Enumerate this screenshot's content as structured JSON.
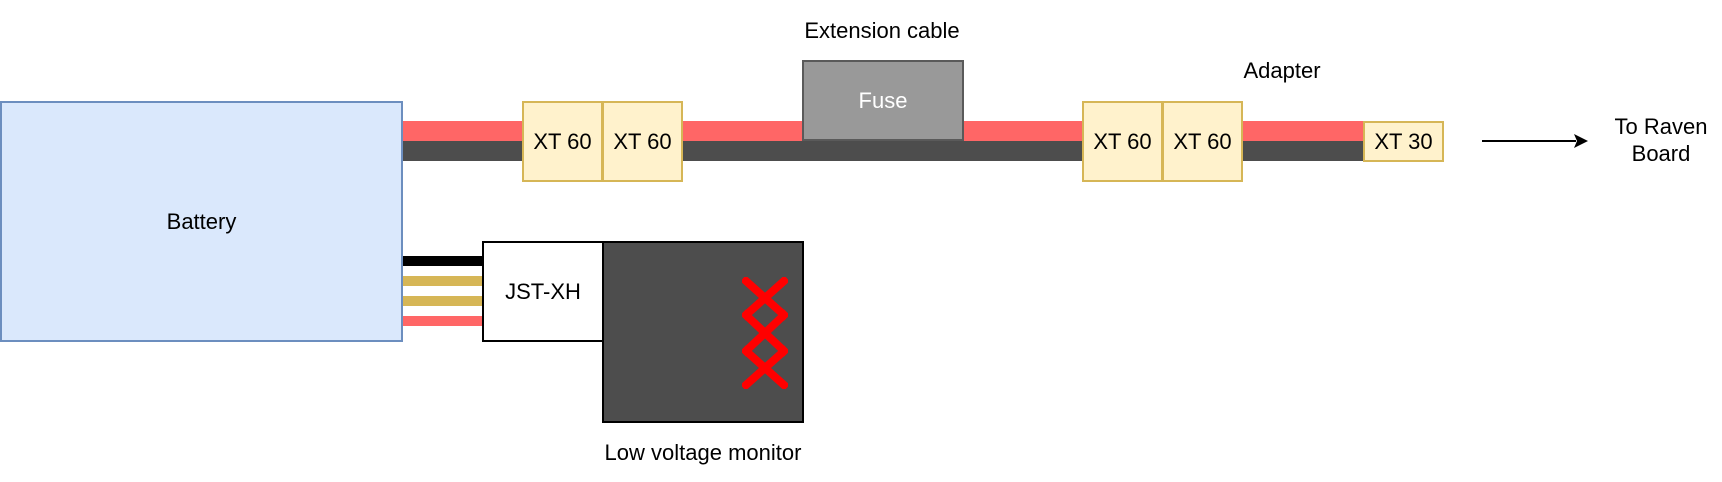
{
  "diagram": {
    "labels": {
      "extension_cable": "Extension cable",
      "adapter": "Adapter",
      "low_voltage_monitor": "Low voltage monitor",
      "to_raven_board": "To Raven\nBoard"
    },
    "battery": {
      "label": "Battery"
    },
    "fuse": {
      "label": "Fuse"
    },
    "jst": {
      "label": "JST-XH"
    },
    "connectors": {
      "xt60_a": "XT 60",
      "xt60_b": "XT 60",
      "xt60_c": "XT 60",
      "xt60_d": "XT 60",
      "xt30": "XT 30"
    },
    "colors": {
      "wire_positive": "#ff6666",
      "wire_negative": "#4d4d4d",
      "balance_black": "#000000",
      "balance_gold": "#d6b656",
      "battery_fill": "#dae8fc",
      "battery_stroke": "#6c8ebf",
      "connector_fill": "#fff2cc",
      "connector_stroke": "#d6b656",
      "fuse_fill": "#999999",
      "monitor_fill": "#4d4d4d",
      "monitor_marks": "#ff0000"
    }
  }
}
